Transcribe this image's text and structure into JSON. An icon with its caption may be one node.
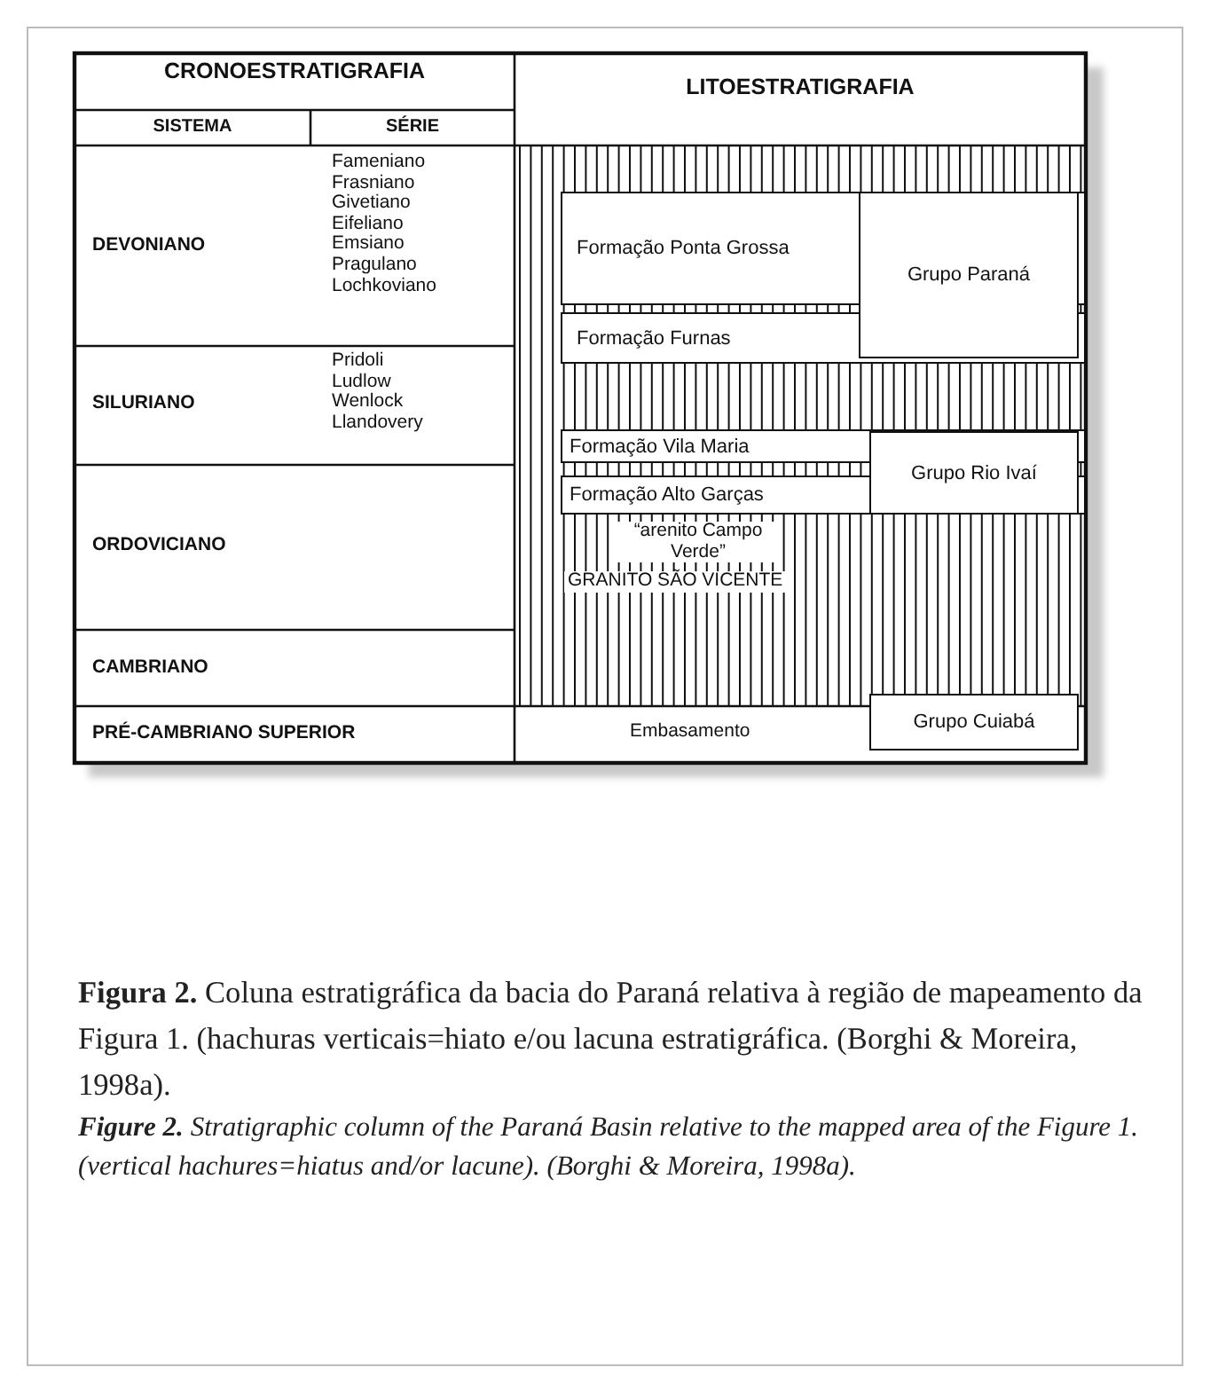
{
  "diagram": {
    "caption": "**Figura 2.** Coluna estratigráfica da bacia do Paraná relativa à região de mapeamento da Figura 1. (hachuras verticais=hiato e/ou lacuna estratigráfica. (Borghi & Moreira, 1998a).",
    "nodes": [
      {
        "text": [
          "Formação Ponta Grossa"
        ]
      },
      {
        "text": [
          "Grupo Paraná"
        ]
      },
      {
        "text": [
          "Formação Furnas"
        ]
      },
      {
        "text": [
          "Formação Vila Maria"
        ]
      },
      {
        "text": [
          "Grupo Rio Ivaí"
        ]
      },
      {
        "text": [
          "Formação Alto Garças"
        ]
      },
      {
        "text": [
          "Grupo Cuiabá"
        ]
      }
    ],
    "edges": [],
    "labels": [
      "CRONOESTRATIGRAFIA",
      "LITOESTRATIGRAFIA",
      "SISTEMA",
      "SÉRIE",
      "DEVONIANO",
      "Fameniano",
      "Frasniano",
      "Givetiano",
      "Eifeliano",
      "Emsiano",
      "Pragulano",
      "Lochkoviano",
      "SILURIANO",
      "Pridoli",
      "Ludlow",
      "Wenlock",
      "Llandovery",
      "ORDOVICIANO",
      "CAMBRIANO",
      "PRÉ-CAMBRIANO SUPERIOR",
      "“arenito Campo Verde”",
      "GRANITO SÃO VICENTE",
      "Embasamento",
      "**Figure 2.** Stratigraphic column of the Paraná Basin relative to the mapped area of the Figure 1. (vertical hachures=hiatus and/or lacune). (Borghi & Moreira, 1998a)."
    ]
  }
}
